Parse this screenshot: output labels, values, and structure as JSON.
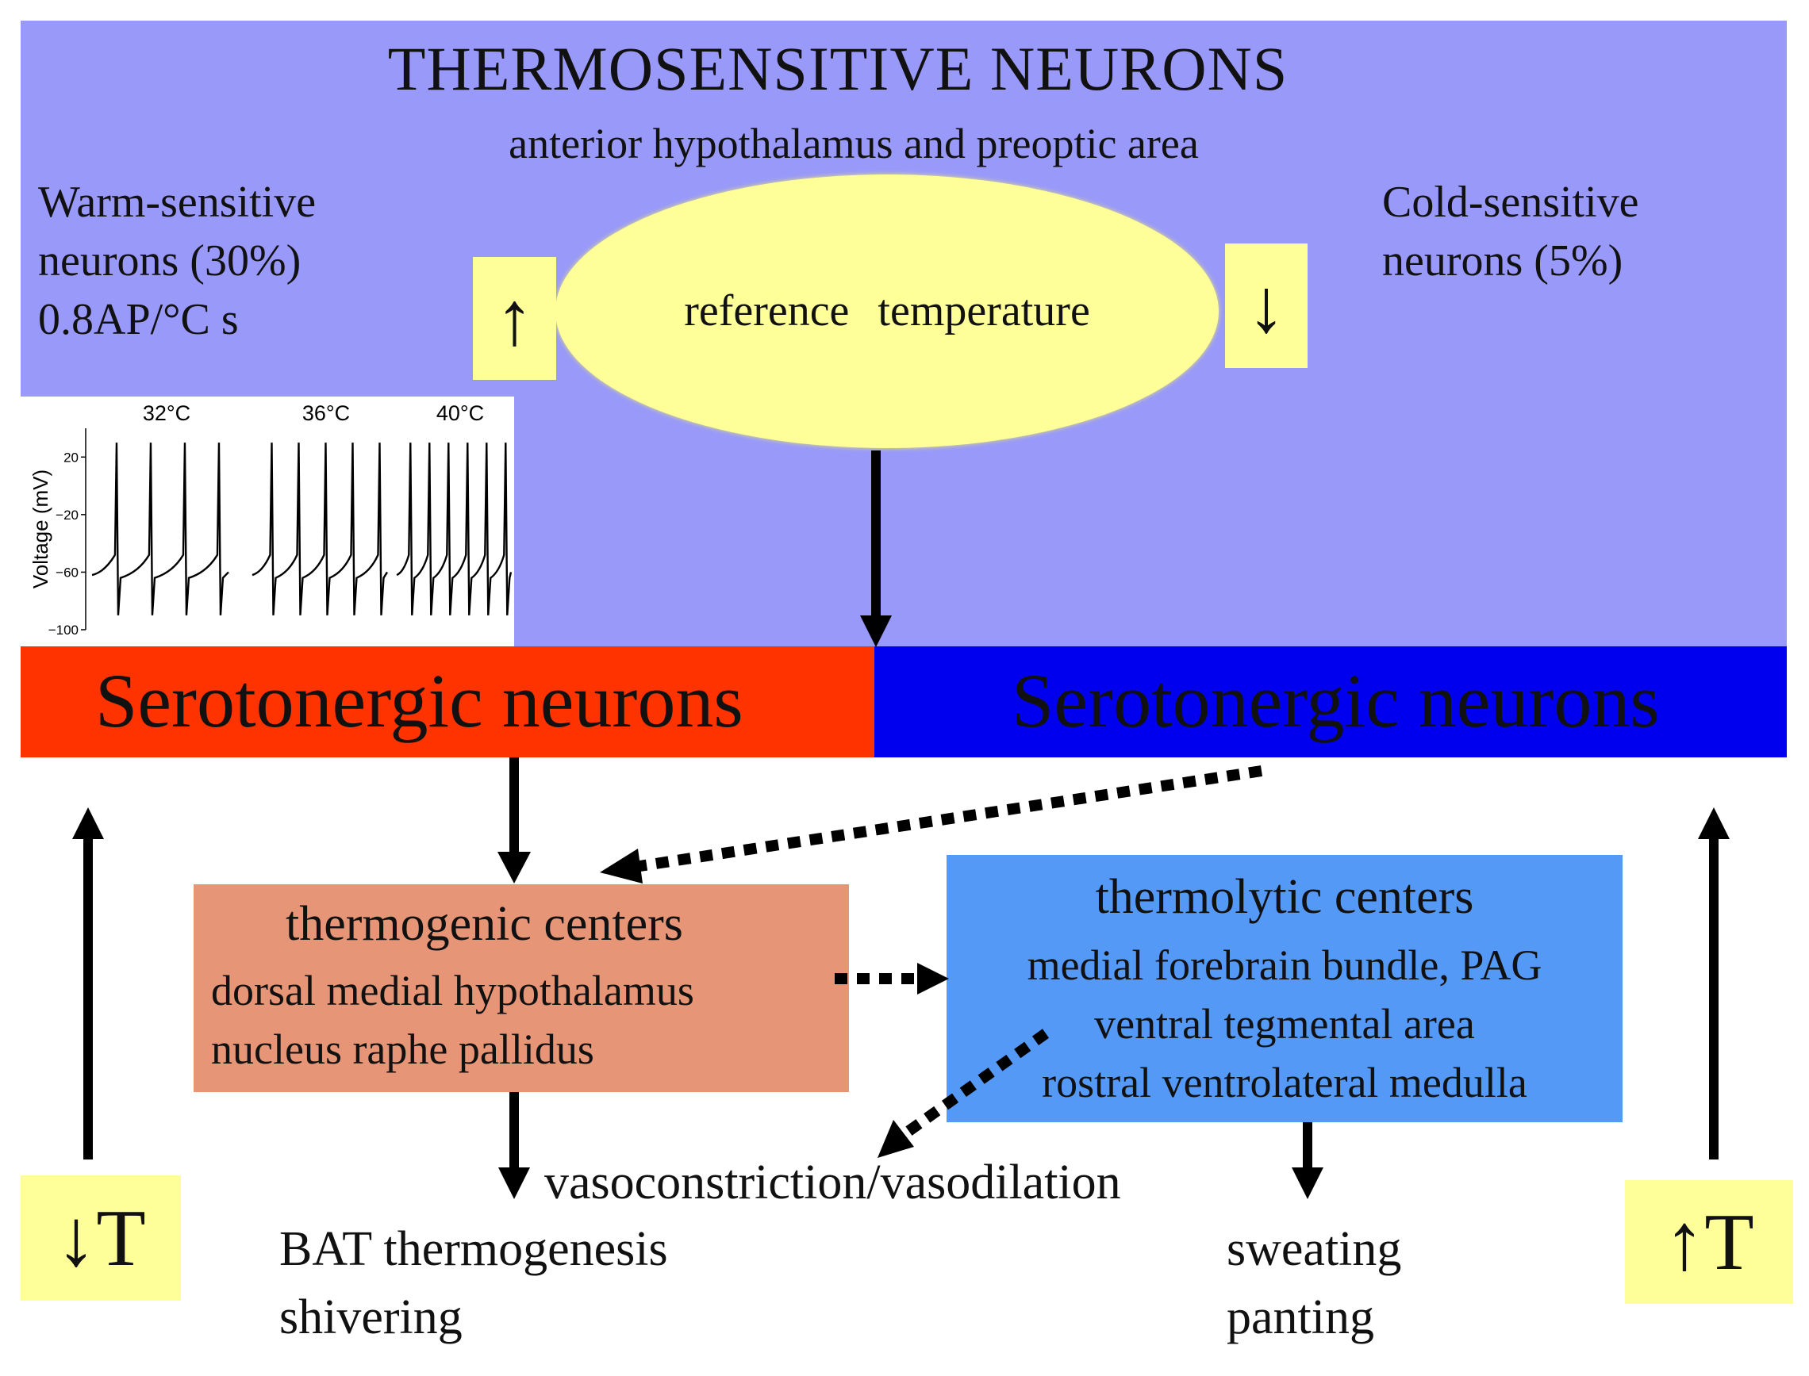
{
  "title": "THERMOSENSITIVE NEURONS",
  "subtitle": "anterior  hypothalamus and preoptic area",
  "warm": {
    "line1": "Warm-sensitive",
    "line2": "neurons (30%)",
    "line3": "0.8AP/°C s"
  },
  "cold": {
    "line1": "Cold-sensitive",
    "line2": "neurons (5%)"
  },
  "reference_label": "reference   temperature",
  "arrow_up_glyph": "↑",
  "arrow_down_glyph": "↓",
  "plot": {
    "temps": [
      "32°C",
      "36°C",
      "40°C"
    ],
    "ylabel": "Voltage (mV)",
    "yticks": [
      20,
      -20,
      -60,
      -100
    ],
    "ylim": [
      -100,
      40
    ],
    "spike_counts": [
      4,
      5,
      6
    ],
    "resting_mV": -60,
    "peak_mV": 30,
    "trough_mV": -90
  },
  "serotonergic_left": "Serotonergic  neurons",
  "serotonergic_right": "Serotonergic  neurons",
  "thermogenic": {
    "title": "thermogenic  centers",
    "line1": "dorsal medial hypothalamus",
    "line2": "nucleus raphe pallidus"
  },
  "thermolytic": {
    "title": "thermolytic  centers",
    "line1": "medial forebrain bundle, PAG",
    "line2": "ventral tegmental area",
    "line3": "rostral ventrolateral medulla"
  },
  "vaso": "vasoconstriction/vasodilation",
  "effects_left": {
    "line1": "BAT thermogenesis",
    "line2": "shivering"
  },
  "effects_right": {
    "line1": "sweating",
    "line2": "panting"
  },
  "temp_down_label": "↓T",
  "temp_up_label": "↑T",
  "colors": {
    "panel": "#9999f9",
    "warm_bar": "#ff3300",
    "cold_bar": "#0000ee",
    "thermogenic_box": "#e69577",
    "thermolytic_box": "#5599f7",
    "highlight": "#ffff99"
  }
}
